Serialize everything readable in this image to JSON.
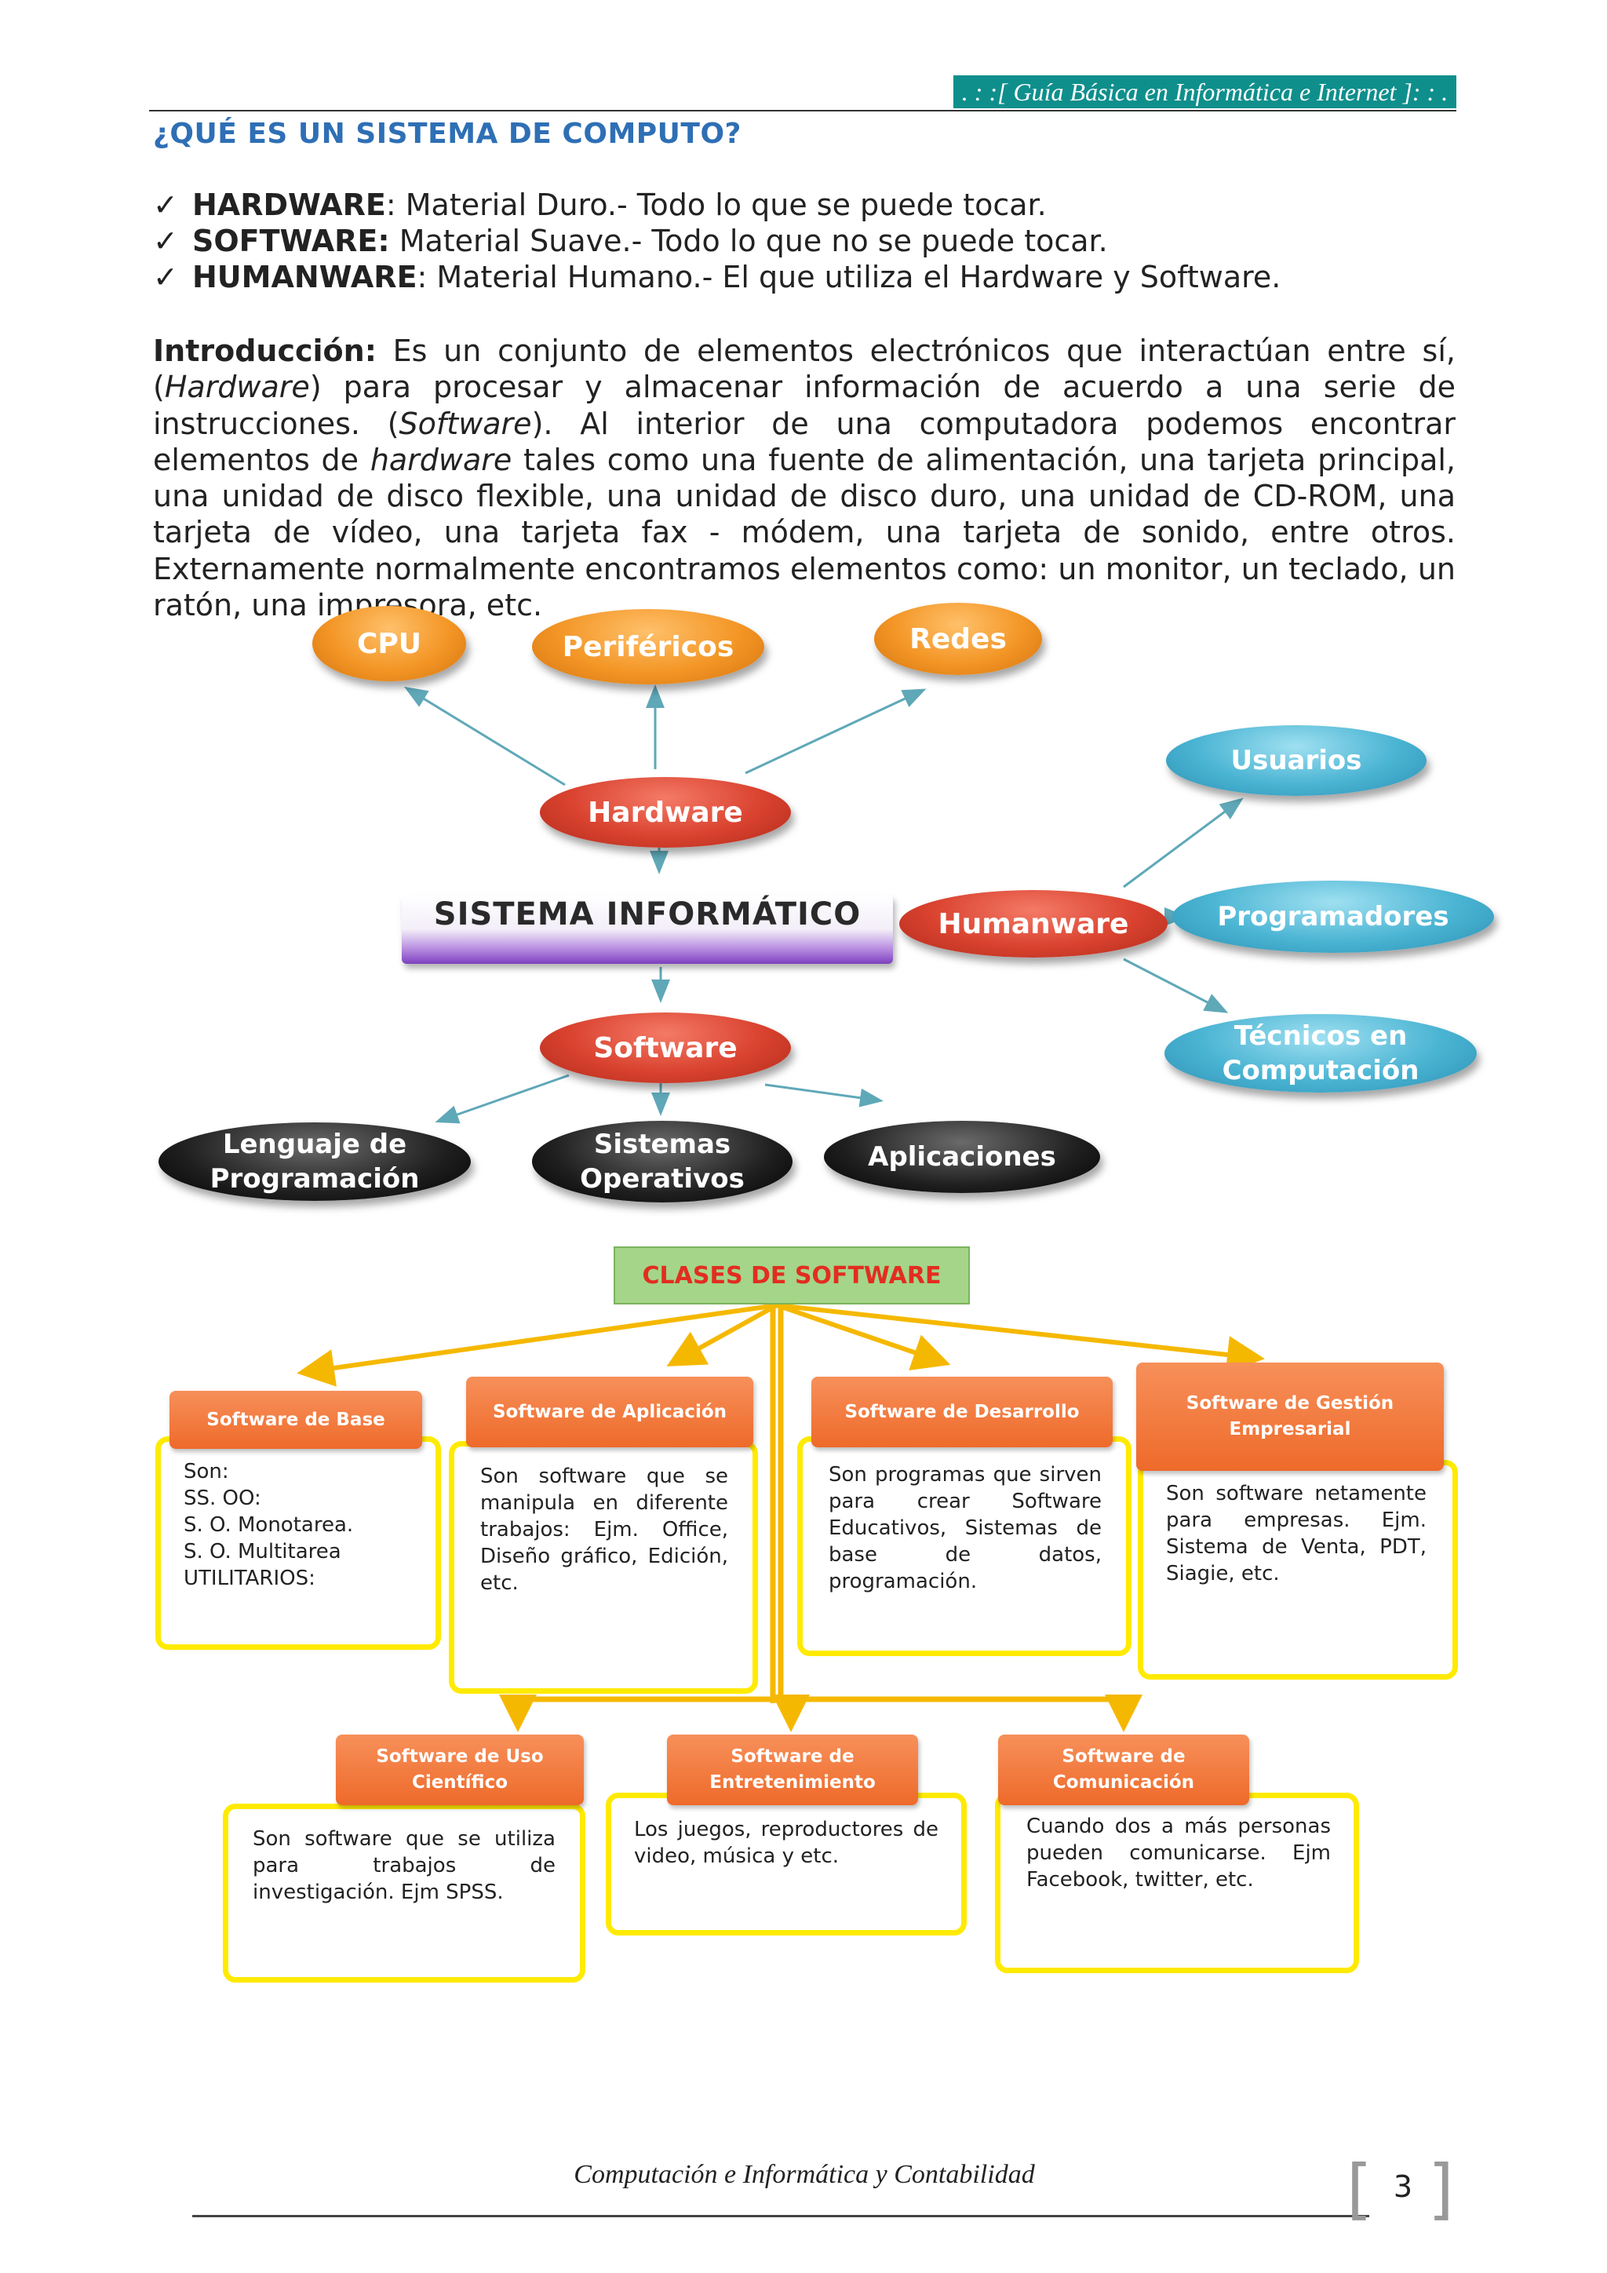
{
  "header": {
    "banner": ". : :[ Guía Básica en Informática e Internet ]: : .",
    "title": "¿QUÉ ES UN SISTEMA DE COMPUTO?"
  },
  "bullets": [
    {
      "term": "HARDWARE",
      "sep": ": ",
      "text": "Material Duro.- Todo lo que se puede tocar."
    },
    {
      "term": "SOFTWARE:",
      "sep": " ",
      "text": "Material Suave.- Todo lo que no se puede tocar."
    },
    {
      "term": "HUMANWARE",
      "sep": ": ",
      "text": "Material Humano.- El que utiliza el Hardware y Software."
    }
  ],
  "intro": {
    "label": "Introducción:",
    "p1": " Es un conjunto de elementos electrónicos que interactúan entre sí, (",
    "hw1": "Hardware",
    "p2": ") para procesar y almacenar información de acuerdo a una serie de instrucciones. (",
    "sw1": "Software",
    "p3": "). Al interior de una computadora podemos encontrar elementos de ",
    "hw2": "hardware",
    "p4": " tales como una fuente de alimentación, una tarjeta principal, una unidad de disco flexible, una unidad de disco duro, una unidad de CD-ROM, una tarjeta de vídeo, una tarjeta fax - módem, una tarjeta de sonido, entre otros. Externamente normalmente encontramos elementos como: un monitor, un teclado, un ratón, una impresora, etc."
  },
  "diagram1": {
    "center": "SISTEMA INFORMÁTICO",
    "hardware": "Hardware",
    "software": "Software",
    "humanware": "Humanware",
    "cpu": "CPU",
    "perifericos": "Periféricos",
    "redes": "Redes",
    "usuarios": "Usuarios",
    "programadores": "Programadores",
    "tecnicos_1": "Técnicos en",
    "tecnicos_2": "Computación",
    "lenguaje_1": "Lenguaje de",
    "lenguaje_2": "Programación",
    "sistemas_1": "Sistemas",
    "sistemas_2": "Operativos",
    "aplicaciones": "Aplicaciones"
  },
  "diagram2": {
    "root": "CLASES DE SOFTWARE",
    "items": [
      {
        "title_1": "Software de Base",
        "title_2": "",
        "text": "Son:\nSS. OO:\nS. O. Monotarea.\nS. O. Multitarea\nUTILITARIOS:"
      },
      {
        "title_1": "Software de Aplicación",
        "title_2": "",
        "text": "Son software que se manipula en diferente trabajos: Ejm. Office, Diseño gráfico, Edición, etc."
      },
      {
        "title_1": "Software de Desarrollo",
        "title_2": "",
        "text": "Son programas que sirven para crear Software Educativos, Sistemas de base de datos, programación."
      },
      {
        "title_1": "Software de Gestión",
        "title_2": "Empresarial",
        "text": "Son software netamente para empresas. Ejm. Sistema de Venta, PDT, Siagie, etc."
      },
      {
        "title_1": "Software de Uso",
        "title_2": "Científico",
        "text": "Son software que se utiliza para trabajos de investigación. Ejm SPSS."
      },
      {
        "title_1": "Software de",
        "title_2": "Entretenimiento",
        "text": "Los juegos, reproductores de video, música y etc."
      },
      {
        "title_1": "Software de",
        "title_2": "Comunicación",
        "text": "Cuando dos a más personas pueden comunicarse. Ejm Facebook, twitter, etc."
      }
    ]
  },
  "footer": {
    "text": "Computación e Informática y Contabilidad",
    "page": "3"
  },
  "colors": {
    "banner": "#0f8f8c",
    "title": "#2e6fb5",
    "orange_node": "#f39626",
    "red_node": "#d9422f",
    "blue_node": "#4ab4d3",
    "black_node": "#1f1f1f",
    "purple_box": "#7d3fbf",
    "clases_bg": "#a4d588",
    "clases_text": "#e22d20",
    "head_orange": "#ee6a2a",
    "yellow_border": "#ffea00",
    "connector": "#f5b800"
  }
}
